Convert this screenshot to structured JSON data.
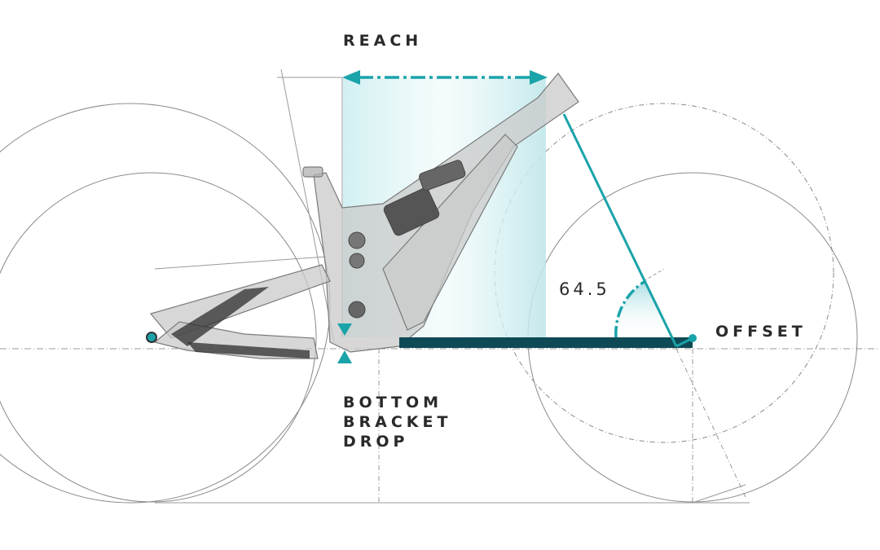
{
  "labels": {
    "reach": "REACH",
    "angle": "64.5",
    "offset": "OFFSET",
    "bb_drop": [
      "BOTTOM",
      "BRACKET",
      "DROP"
    ]
  },
  "colors": {
    "accent": "#1aa3a9",
    "dark_bar": "#0e4a55",
    "frame": "#9a9a9a",
    "line": "#8a8a8a"
  }
}
